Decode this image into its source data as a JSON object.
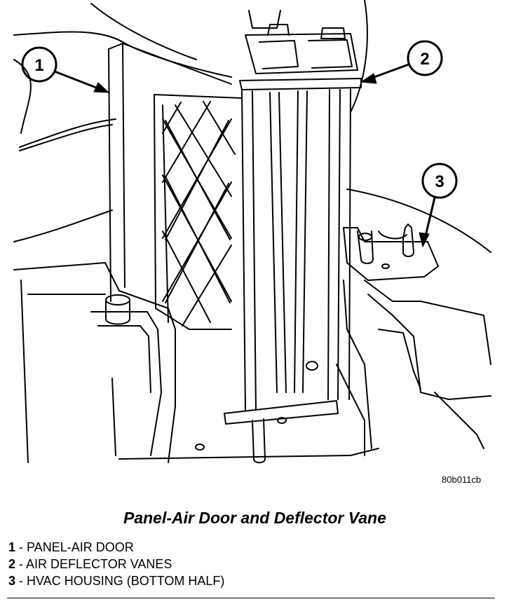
{
  "figure_id": "80b011cb",
  "caption": "Panel-Air Door and Deflector Vane",
  "callouts": [
    {
      "number": "1",
      "label": "PANEL-AIR DOOR"
    },
    {
      "number": "2",
      "label": "AIR DEFLECTOR VANES"
    },
    {
      "number": "3",
      "label": "HVAC HOUSING (BOTTOM HALF)"
    }
  ],
  "legend_separator": " - "
}
